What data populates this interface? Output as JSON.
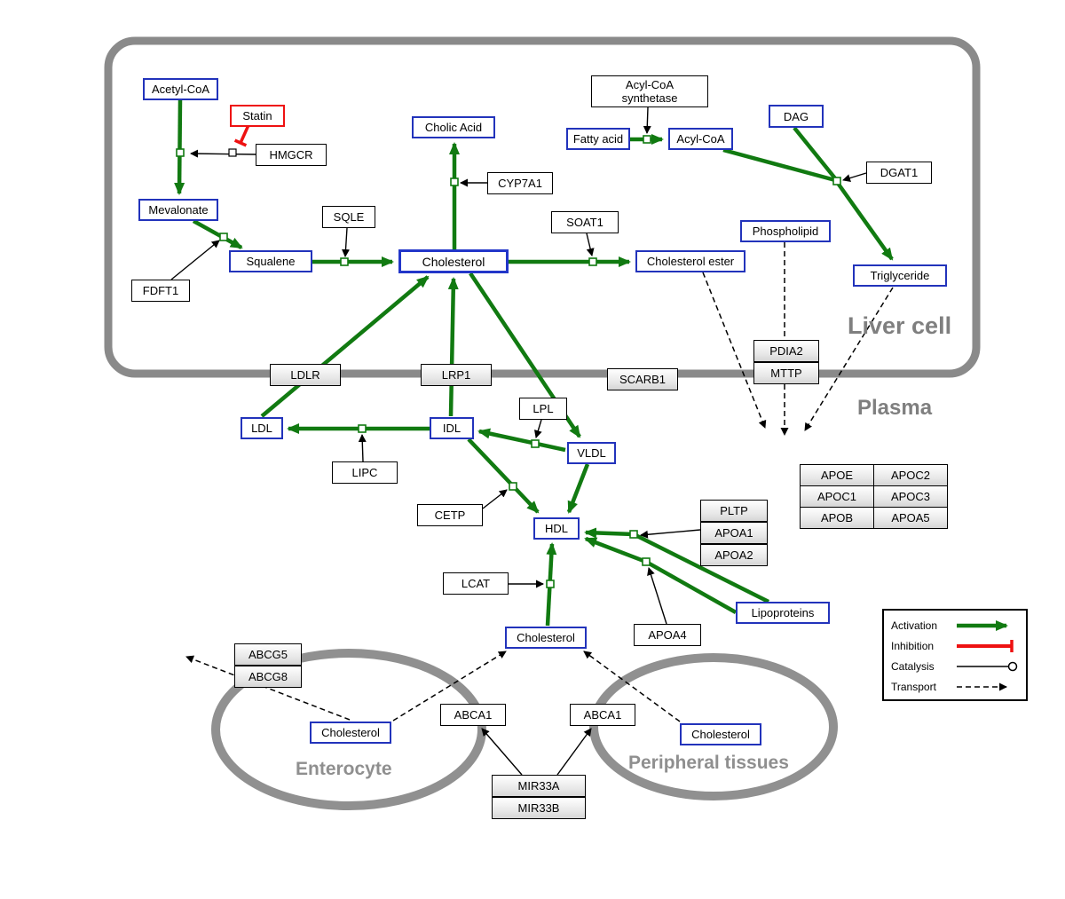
{
  "colors": {
    "activation": "#117a11",
    "inhibition": "#ee1111",
    "metabolite_border": "#2233bb",
    "membrane": "#8a8a8a",
    "catalysis": "#000000"
  },
  "regions": {
    "liver_cell": {
      "label": "Liver cell"
    },
    "plasma": {
      "label": "Plasma"
    },
    "enterocyte": {
      "label": "Enterocyte"
    },
    "peripheral": {
      "label": "Peripheral tissues"
    }
  },
  "nodes": {
    "acetyl_coa": {
      "label": "Acetyl-CoA"
    },
    "statin": {
      "label": "Statin"
    },
    "hmgcr": {
      "label": "HMGCR"
    },
    "mevalonate": {
      "label": "Mevalonate"
    },
    "fdft1": {
      "label": "FDFT1"
    },
    "squalene": {
      "label": "Squalene"
    },
    "sqle": {
      "label": "SQLE"
    },
    "cholic_acid": {
      "label": "Cholic Acid"
    },
    "cyp7a1": {
      "label": "CYP7A1"
    },
    "cholesterol_liver": {
      "label": "Cholesterol"
    },
    "soat1": {
      "label": "SOAT1"
    },
    "cholesterol_ester": {
      "label": "Cholesterol ester"
    },
    "acyl_coa_synthetase": {
      "line1": "Acyl-CoA",
      "line2": "synthetase"
    },
    "fatty_acid": {
      "label": "Fatty acid"
    },
    "acyl_coa": {
      "label": "Acyl-CoA"
    },
    "dag": {
      "label": "DAG"
    },
    "dgat1": {
      "label": "DGAT1"
    },
    "phospholipid": {
      "label": "Phospholipid"
    },
    "triglyceride": {
      "label": "Triglyceride"
    },
    "ldlr": {
      "label": "LDLR"
    },
    "lrp1": {
      "label": "LRP1"
    },
    "scarb1": {
      "label": "SCARB1"
    },
    "pdia2": {
      "label": "PDIA2"
    },
    "mttp": {
      "label": "MTTP"
    },
    "ldl": {
      "label": "LDL"
    },
    "idl": {
      "label": "IDL"
    },
    "lipc": {
      "label": "LIPC"
    },
    "lpl": {
      "label": "LPL"
    },
    "vldl": {
      "label": "VLDL"
    },
    "cetp": {
      "label": "CETP"
    },
    "hdl": {
      "label": "HDL"
    },
    "lcat": {
      "label": "LCAT"
    },
    "pltp": {
      "label": "PLTP"
    },
    "apoa1": {
      "label": "APOA1"
    },
    "apoa2": {
      "label": "APOA2"
    },
    "apoa4": {
      "label": "APOA4"
    },
    "lipoproteins": {
      "label": "Lipoproteins"
    },
    "cholesterol_plasma": {
      "label": "Cholesterol"
    },
    "abcg5": {
      "label": "ABCG5"
    },
    "abcg8": {
      "label": "ABCG8"
    },
    "cholesterol_enterocyte": {
      "label": "Cholesterol"
    },
    "abca1_left": {
      "label": "ABCA1"
    },
    "abca1_right": {
      "label": "ABCA1"
    },
    "cholesterol_peripheral": {
      "label": "Cholesterol"
    },
    "mir33a": {
      "label": "MIR33A"
    },
    "mir33b": {
      "label": "MIR33B"
    }
  },
  "apo_table": [
    [
      "APOE",
      "APOC2"
    ],
    [
      "APOC1",
      "APOC3"
    ],
    [
      "APOB",
      "APOA5"
    ]
  ],
  "legend": {
    "activation": "Activation",
    "inhibition": "Inhibition",
    "catalysis": "Catalysis",
    "transport": "Transport"
  }
}
